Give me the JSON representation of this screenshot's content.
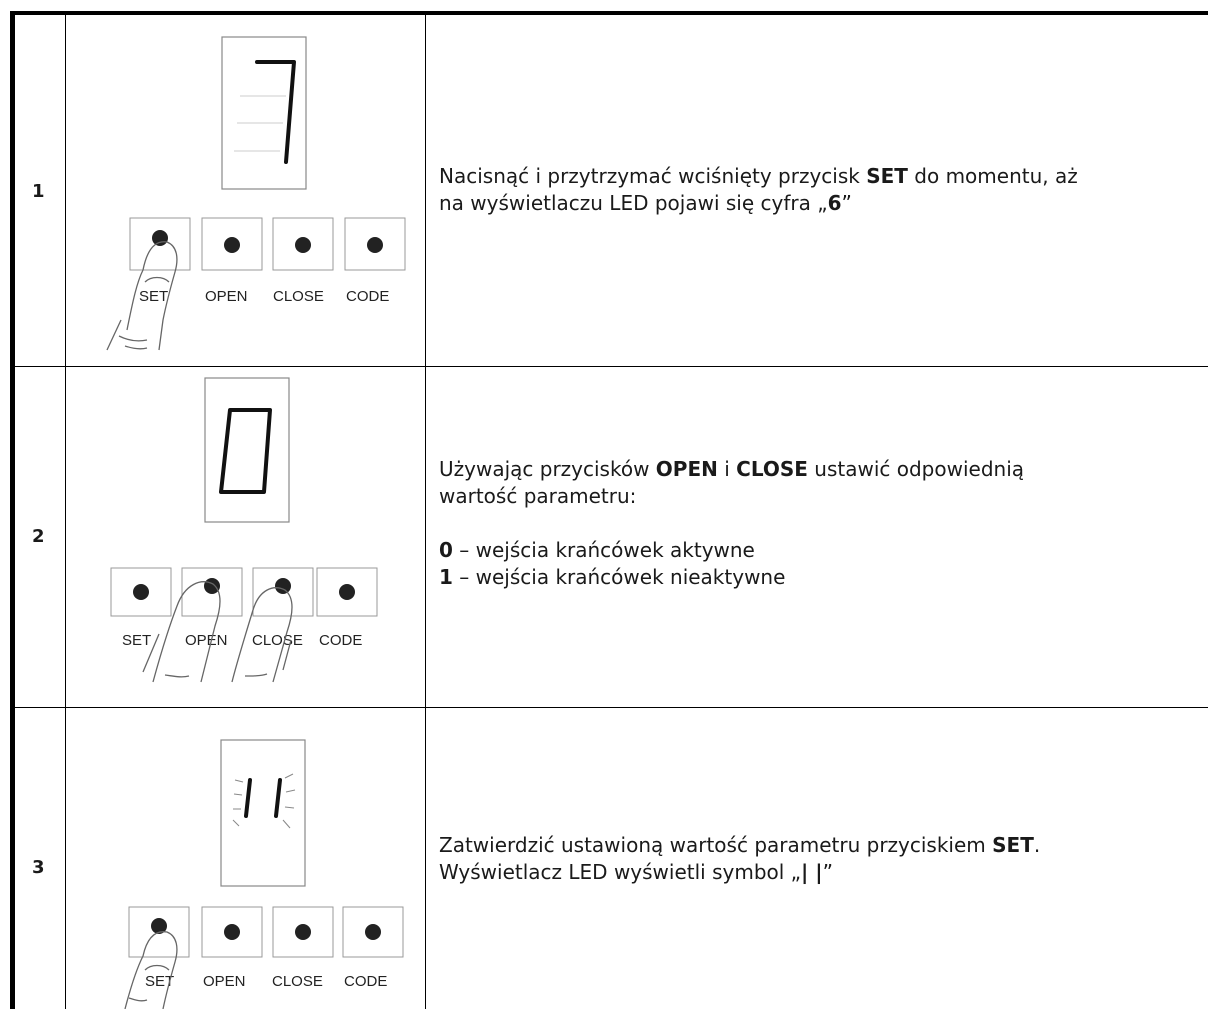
{
  "steps": [
    {
      "number": "1",
      "display_digit": "7",
      "labels": {
        "set": "SET",
        "open": "OPEN",
        "close": "CLOSE",
        "code": "CODE"
      },
      "text": {
        "l1_a": "Nacisnąć i przytrzymać wciśnięty przycisk ",
        "l1_b": "SET",
        "l1_c": " do momentu, aż",
        "l2_a": "na wyświetlaczu LED pojawi się cyfra „",
        "l2_b": "6",
        "l2_c": "”"
      }
    },
    {
      "number": "2",
      "display_digit": "0",
      "labels": {
        "set": "SET",
        "open": "OPEN",
        "close": "CLOSE",
        "code": "CODE"
      },
      "text": {
        "l1_a": "Używając przycisków ",
        "l1_b": "OPEN",
        "l1_c": " i ",
        "l1_d": "CLOSE",
        "l1_e": " ustawić odpowiednią",
        "l2": "wartość parametru:",
        "o1_a": "0",
        "o1_b": " – wejścia krańcówek aktywne",
        "o2_a": "1",
        "o2_b": " – wejścia krańcówek nieaktywne"
      }
    },
    {
      "number": "3",
      "display_digit": "| |",
      "labels": {
        "set": "SET",
        "open": "OPEN",
        "close": "CLOSE",
        "code": "CODE"
      },
      "text": {
        "l1_a": "Zatwierdzić ustawioną wartość parametru przyciskiem ",
        "l1_b": "SET",
        "l1_c": ".",
        "l2_a": "Wyświetlacz LED wyświetli symbol „",
        "l2_b": "| |",
        "l2_c": "”"
      }
    }
  ]
}
